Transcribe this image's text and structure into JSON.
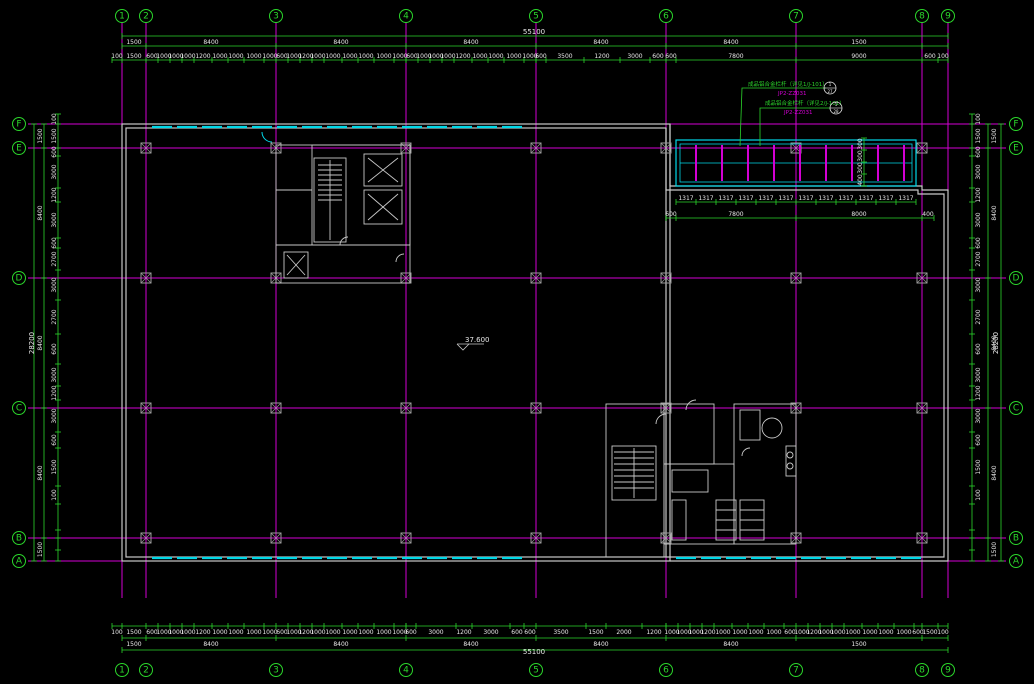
{
  "colors": {
    "background": "#000000",
    "grid_line": "#d400d4",
    "axis_bubble": "#2bd62b",
    "dimension": "#2bd62b",
    "wall": "#c8c8c8",
    "window": "#00d8e8",
    "text": "#e8e8e8",
    "column": "#9a9a9a"
  },
  "axes": {
    "numeric": [
      "1",
      "2",
      "3",
      "4",
      "5",
      "6",
      "7",
      "8",
      "9"
    ],
    "letter": [
      "F",
      "E",
      "D",
      "C",
      "B",
      "A"
    ]
  },
  "dimensions": {
    "overall_length": "55100",
    "overall_depth": "28200",
    "top_spans": [
      "1500",
      "8400",
      "8400",
      "8400",
      "8400",
      "8400",
      "1500"
    ],
    "top_detail_right": [
      "3500",
      "1200",
      "3000",
      "600",
      "7800",
      "9000",
      "600"
    ],
    "bottom_spans": [
      "1500",
      "8400",
      "8400",
      "8400",
      "8400",
      "8400",
      "1500"
    ],
    "bottom_detail_mid": [
      "3000",
      "1200",
      "3000",
      "600",
      "3500",
      "1500",
      "2000",
      "1200"
    ],
    "left_spans": [
      "1500",
      "8400",
      "8400",
      "8400",
      "1500"
    ],
    "left_detail": [
      "1500",
      "600",
      "3000",
      "1200",
      "3000",
      "600",
      "2700",
      "3000",
      "2700",
      "600",
      "3000",
      "1200",
      "3000",
      "600",
      "1500"
    ],
    "right_spans": [
      "1500",
      "8400",
      "8400",
      "8400",
      "1500"
    ],
    "right_detail": [
      "1500",
      "600",
      "3000",
      "1200",
      "3000",
      "600",
      "2700",
      "3000",
      "2700",
      "600",
      "3000",
      "1200",
      "3000",
      "600",
      "1500"
    ],
    "window_modules": [
      "1000",
      "1000",
      "1000",
      "1200",
      "1000",
      "1000",
      "1000",
      "1000"
    ],
    "window_modules_b": [
      "1000",
      "1200",
      "1000",
      "1000",
      "1000",
      "1000",
      "1000",
      "1000"
    ],
    "edge_small": "100",
    "col_small": "600",
    "balcony_modules": [
      "1317",
      "1317",
      "1317",
      "1317",
      "1317",
      "1317",
      "1317",
      "1317",
      "1317",
      "1317",
      "1317",
      "1317"
    ],
    "balcony_spans": [
      "600",
      "7800",
      "8000",
      "400"
    ],
    "balcony_vertical": [
      "300",
      "300",
      "300",
      "400"
    ]
  },
  "annotations": {
    "elevation": "37.600",
    "note_1_text": "成品铝合金栏杆（详见1/J-101）",
    "note_1_ref": "JP2-ZZ031",
    "note_2_text": "成品铝合金栏杆（详见2/J-101）",
    "note_2_ref": "JP2-ZZ031",
    "detail_bubble_1_top": "1",
    "detail_bubble_1_bottom": "27",
    "detail_bubble_2_top": "1",
    "detail_bubble_2_bottom": "28"
  }
}
